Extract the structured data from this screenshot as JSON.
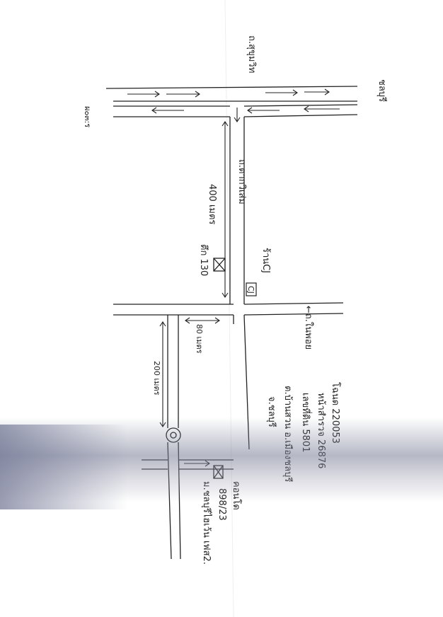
{
  "map": {
    "corner_code": "ผ๐๓:ร",
    "road_top": "ถ.สุขุมวิท",
    "road_top_direction": "ชลบุรี",
    "road_main": "ถ.ตากวิเส่ม",
    "distance_main": "400 เมตร",
    "landmark_left_label": "ตึก 130",
    "landmark_right_label": "ร้านCJ",
    "shop_box": "CJ",
    "cross_road_direction": "←ถ.ในพอย",
    "distance_short": "80 เมตร",
    "distance_long": "200 เมตร",
    "destination_number": "898/23",
    "destination_title": "คอนโด",
    "destination_place": "ม.ชลบุรีไฮเว้น เฟส2.",
    "address_lines": [
      "โฉนด 220053",
      "หน้าสำรวจ 26876",
      "เลขที่ดิน 5801",
      "ต.บ้านสวน อ.เมืองชลบุรี",
      "จ.ชลบุรี"
    ]
  },
  "colors": {
    "ink": "#222222",
    "smudge": "#7a7f99"
  }
}
